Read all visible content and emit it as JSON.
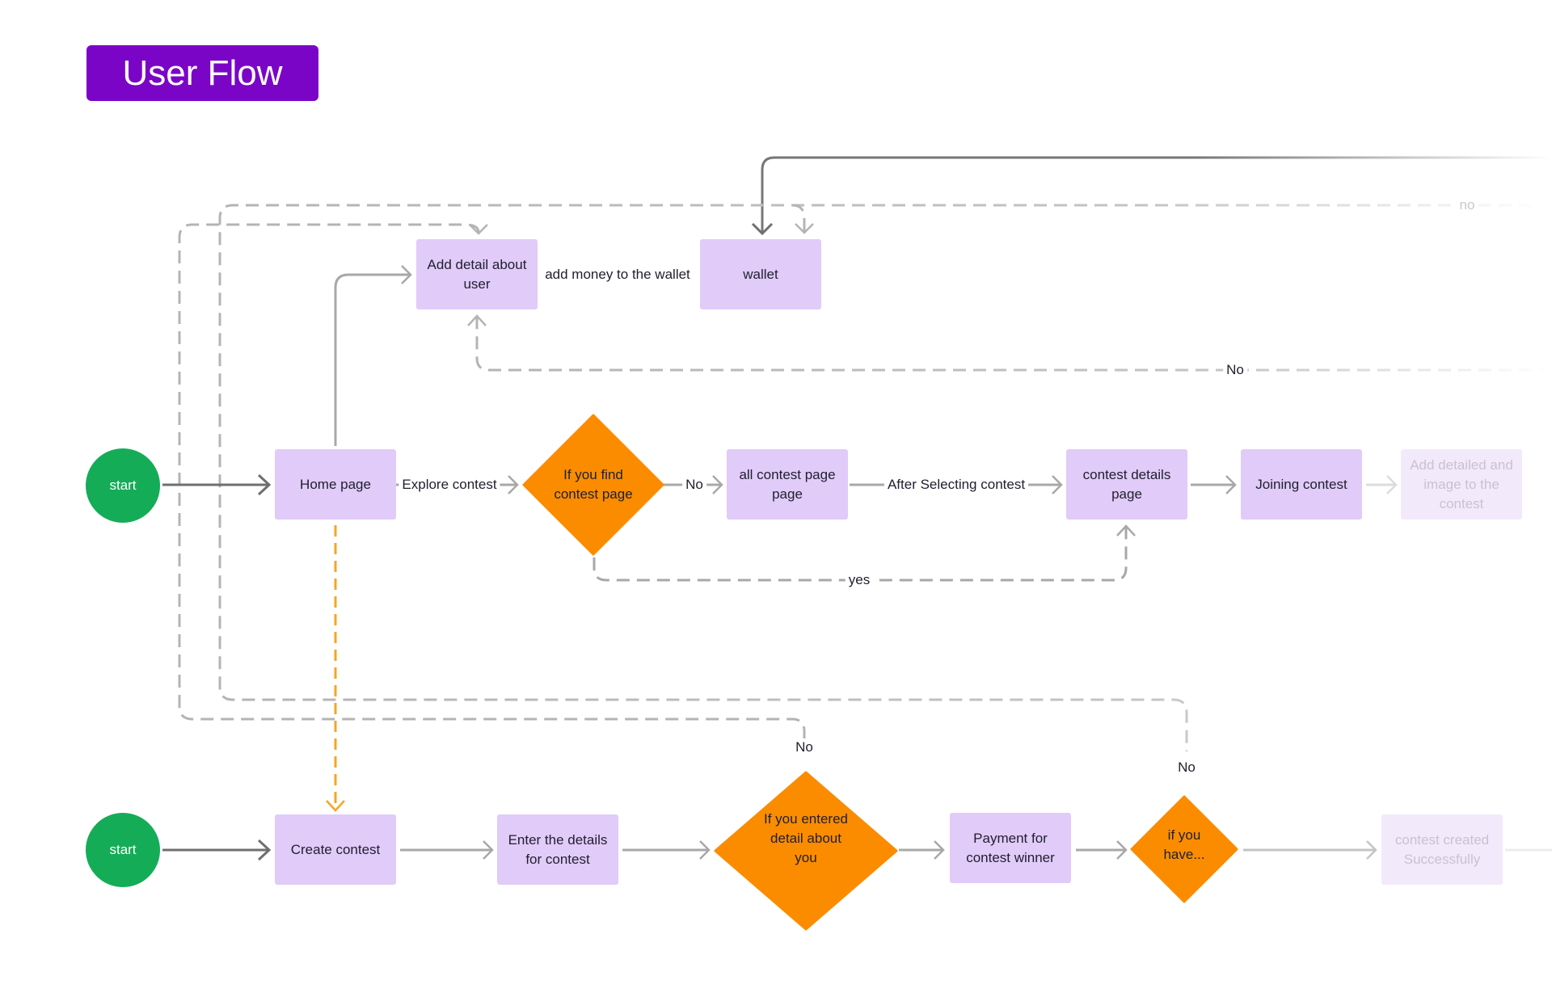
{
  "title": "User Flow",
  "colors": {
    "title_bg": "#7b05c7",
    "start": "#15ac58",
    "process": "#e1cbf9",
    "decision": "#fb8c00",
    "connector": "#a8a8a8",
    "highlight_connector": "#f5a623"
  },
  "nodes": {
    "start_top": "start",
    "start_bottom": "start",
    "add_detail_user": "Add detail about user",
    "wallet": "wallet",
    "home_page": "Home page",
    "find_contest": "If you find contest page",
    "all_contest_page": "all contest page page",
    "contest_details_page": "contest details page",
    "joining_contest": "Joining contest",
    "add_detailed_image": "Add detailed and image to the contest",
    "create_contest": "Create contest",
    "enter_details": "Enter the details for contest",
    "entered_detail_about": "If you entered detail about you",
    "payment_winner": "Payment for contest winner",
    "if_you_have": "if you have...",
    "contest_created": "contest created Successfully"
  },
  "edge_labels": {
    "add_money": "add money to the wallet",
    "no_top": "no",
    "no_back": "No",
    "explore_contest": "Explore contest",
    "no_find": "No",
    "after_selecting": "After Selecting contest",
    "yes": "yes",
    "no_entered": "No",
    "no_have": "No"
  }
}
